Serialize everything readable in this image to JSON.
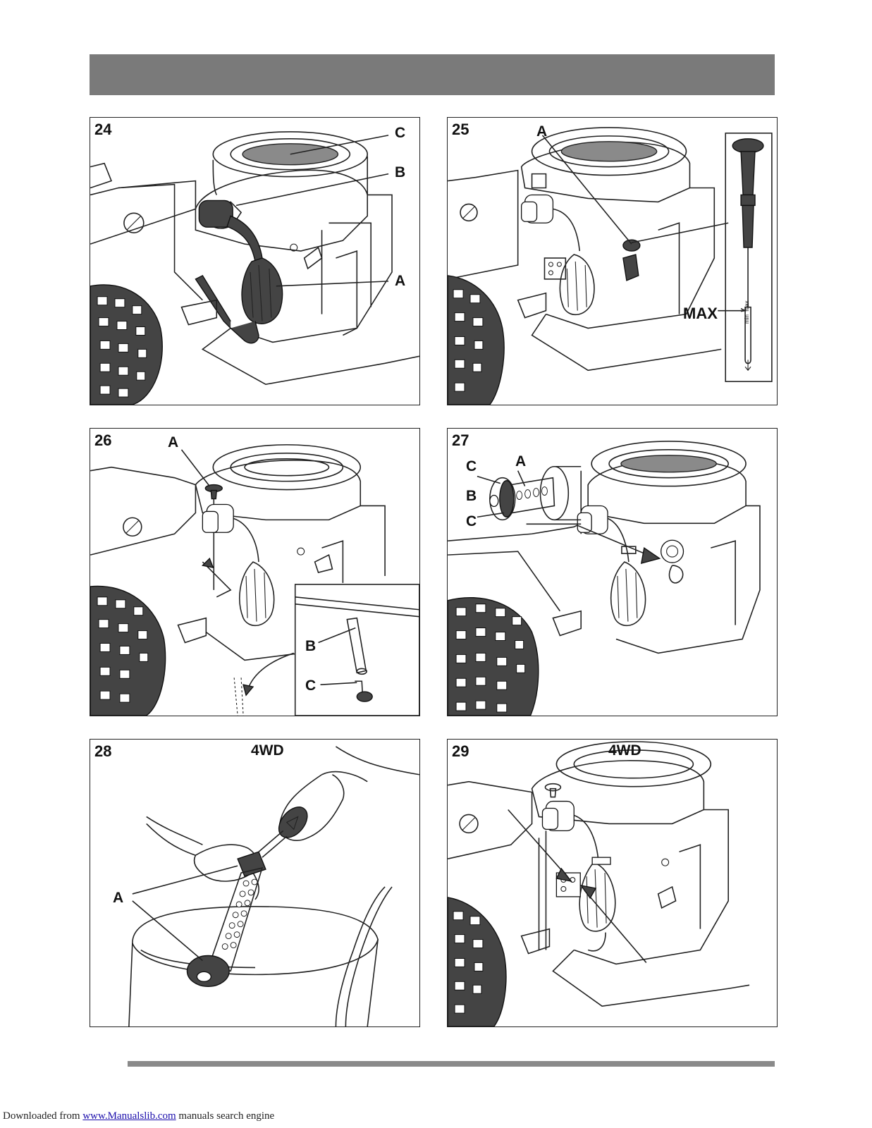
{
  "header": {
    "bar_color": "#7a7a7a"
  },
  "panels": [
    {
      "number": "24",
      "tag": "",
      "labels": [
        "C",
        "B",
        "A"
      ]
    },
    {
      "number": "25",
      "tag": "",
      "labels": [
        "A",
        "MAX"
      ],
      "dipstick_text": "min  max"
    },
    {
      "number": "26",
      "tag": "",
      "labels": [
        "A",
        "B",
        "C"
      ]
    },
    {
      "number": "27",
      "tag": "",
      "labels": [
        "C",
        "A",
        "B",
        "C"
      ]
    },
    {
      "number": "28",
      "tag": "4WD",
      "labels": [
        "A"
      ]
    },
    {
      "number": "29",
      "tag": "4WD",
      "labels": []
    }
  ],
  "footer": {
    "prefix": "Downloaded from ",
    "link": "www.Manualslib.com",
    "suffix": " manuals search engine"
  }
}
